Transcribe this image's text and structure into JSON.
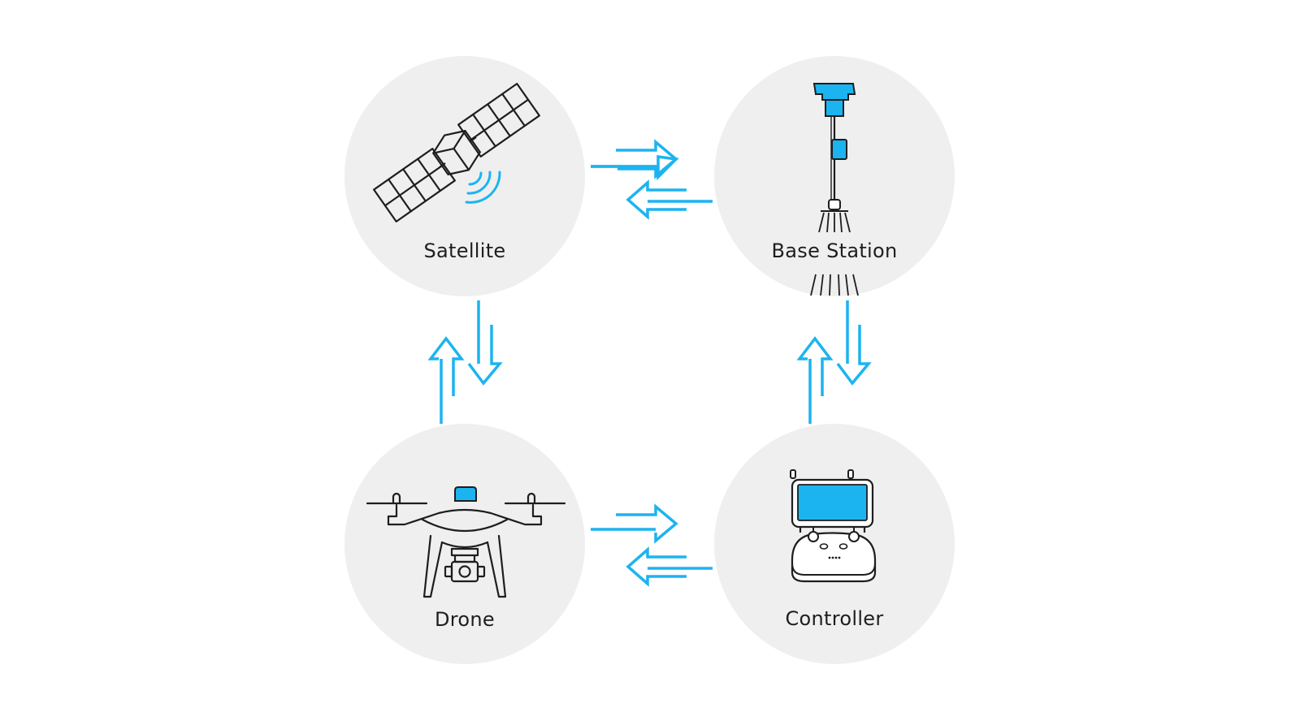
{
  "nodes": {
    "satellite": {
      "label": "Satellite"
    },
    "base_station": {
      "label": "Base Station"
    },
    "drone": {
      "label": "Drone"
    },
    "controller": {
      "label": "Controller"
    }
  },
  "links": [
    {
      "between": [
        "satellite",
        "base_station"
      ],
      "bidirectional": true
    },
    {
      "between": [
        "satellite",
        "drone"
      ],
      "bidirectional": true
    },
    {
      "between": [
        "base_station",
        "controller"
      ],
      "bidirectional": true
    },
    {
      "between": [
        "drone",
        "controller"
      ],
      "bidirectional": true
    }
  ],
  "colors": {
    "accent": "#1cb4f0",
    "circle_fill": "#efefef",
    "line": "#1e1e1e",
    "background": "#ffffff"
  }
}
